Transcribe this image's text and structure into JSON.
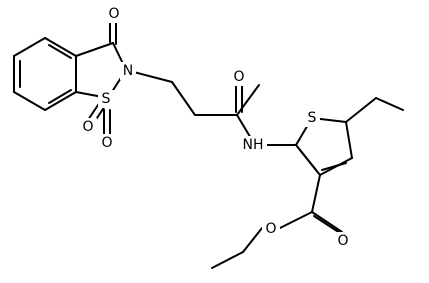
{
  "structure": {
    "atoms": {
      "o_ketone": "O",
      "n_ring": "N",
      "s_sulfonyl": "S",
      "o_sulfonyl_1": "O",
      "o_sulfonyl_2": "O",
      "o_amide": "O",
      "n_amide": "NH",
      "s_thiophene": "S",
      "o_ester_carbonyl": "O",
      "o_ester_ether": "O"
    }
  }
}
